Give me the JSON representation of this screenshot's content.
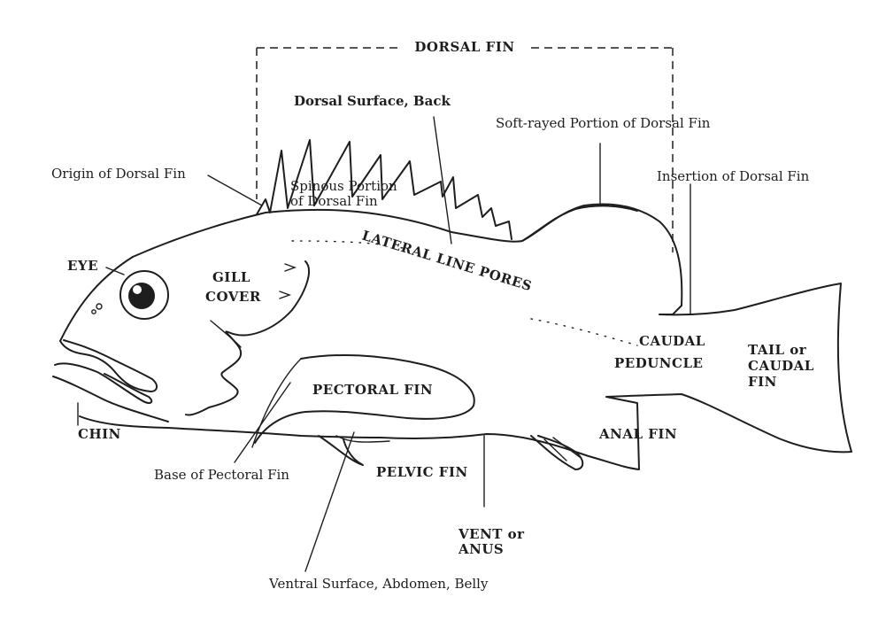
{
  "labels": {
    "dorsal_fin": "DORSAL FIN",
    "dorsal_surface": "Dorsal Surface, Back",
    "soft_rayed": "Soft-rayed Portion of Dorsal Fin",
    "origin_dorsal": "Origin of Dorsal Fin",
    "insertion_dorsal": "Insertion of Dorsal Fin",
    "spinous_1": "Spinous Portion",
    "spinous_2": "of Dorsal Fin",
    "lateral_line": "LATERAL LINE PORES",
    "eye": "EYE",
    "gill_1": "GILL",
    "gill_2": "COVER",
    "caudal_peduncle_1": "CAUDAL",
    "caudal_peduncle_2": "PEDUNCLE",
    "tail_1": "TAIL or",
    "tail_2": "CAUDAL",
    "tail_3": "FIN",
    "pectoral_fin": "PECTORAL FIN",
    "chin": "CHIN",
    "anal_fin": "ANAL FIN",
    "base_pectoral": "Base of Pectoral Fin",
    "pelvic_fin": "PELVIC FIN",
    "vent_1": "VENT or",
    "vent_2": "ANUS",
    "ventral_surface": "Ventral Surface, Abdomen, Belly"
  }
}
